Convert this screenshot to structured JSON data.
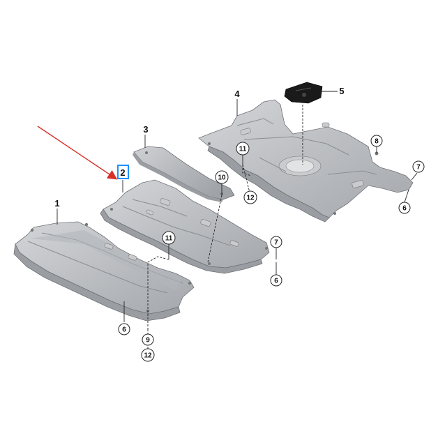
{
  "labels": {
    "part1": "1",
    "part2": "2",
    "part3": "3",
    "part4": "4",
    "part5": "5",
    "c6a": "6",
    "c6b": "6",
    "c6c": "6",
    "c7a": "7",
    "c7b": "7",
    "c8": "8",
    "c9": "9",
    "c10": "10",
    "c11a": "11",
    "c11b": "11",
    "c12a": "12",
    "c12b": "12"
  },
  "colors": {
    "panel_fill": "#c4c6c9",
    "panel_dark": "#a9abaf",
    "highlight_box": "#1e90ff",
    "arrow": "#d9302a",
    "insulator": "#1a1a1a"
  }
}
